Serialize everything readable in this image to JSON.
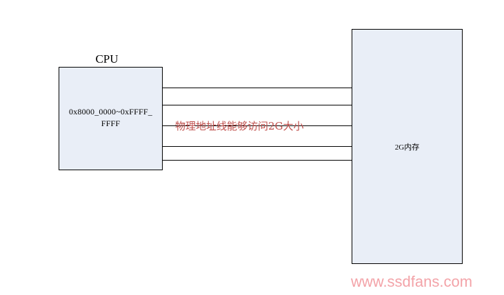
{
  "cpu": {
    "title": "CPU",
    "range_line1": "0x8000_0000~0xFFFF_",
    "range_line2": "FFFF"
  },
  "memory": {
    "label": "2G内存"
  },
  "bus": {
    "annotation": "物理地址线能够访问2G大小",
    "line_count": 5
  },
  "watermark": "www.ssdfans.com",
  "colors": {
    "box_fill": "#e9eef7",
    "annotation": "#c0504d",
    "watermark": "#f3a3a8"
  }
}
